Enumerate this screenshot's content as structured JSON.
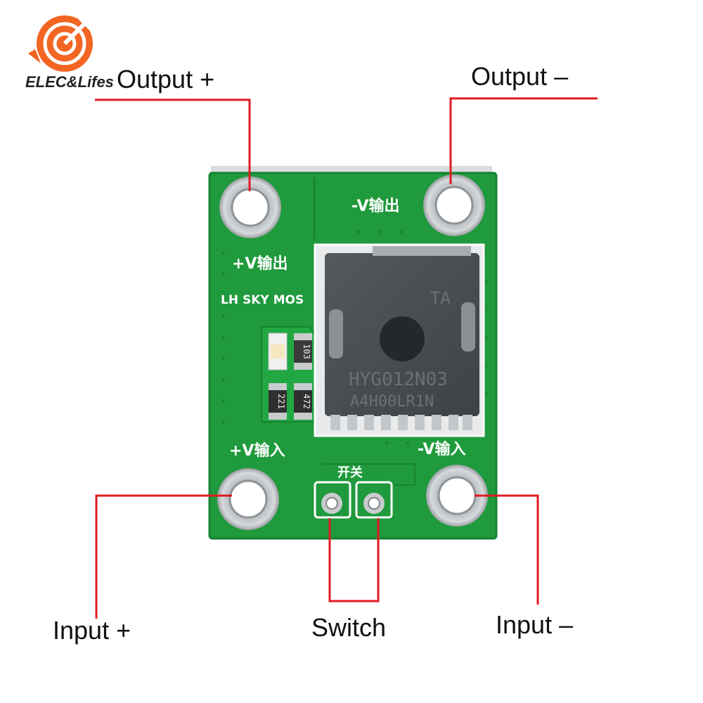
{
  "brand": {
    "name": "ELEC&Lifes"
  },
  "labels": {
    "output_plus": "Output +",
    "output_minus": "Output –",
    "input_plus": "Input +",
    "input_minus": "Input –",
    "switch": "Switch"
  },
  "board": {
    "silk_v_out_plus": "+V输出",
    "silk_v_out_minus": "-V输出",
    "silk_v_in_plus": "+V输入",
    "silk_v_in_minus": "-V输入",
    "silk_brand": "LH SKY MOS",
    "silk_switch": "开关",
    "resistor_1": "221",
    "resistor_2": "472",
    "smd_1": "103",
    "chip_line1": "HYG012N03",
    "chip_line2": "A4H00LR1N",
    "chip_mark": "TA"
  },
  "colors": {
    "pcb": "#1f9a3c",
    "callout_line": "#e11b22",
    "logo": "#f26522"
  }
}
